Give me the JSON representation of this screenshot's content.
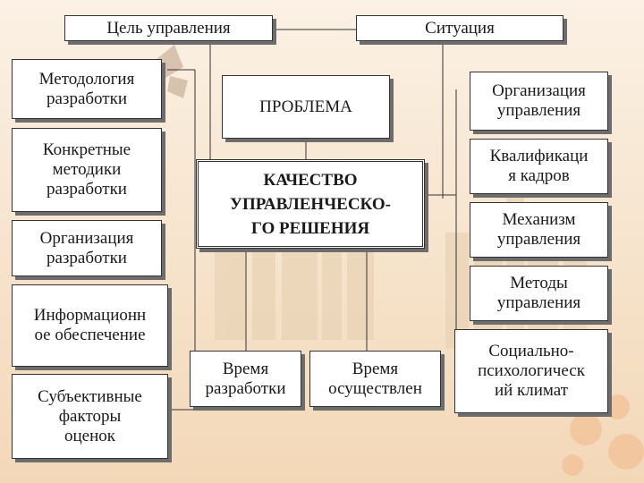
{
  "top": {
    "goal": "Цель управления",
    "situation": "Ситуация"
  },
  "center": {
    "problem": "ПРОБЛЕМА",
    "quality": "КАЧЕСТВО\nУПРАВЛЕНЧЕСКО-\nГО РЕШЕНИЯ"
  },
  "left": [
    "Методология\nразработки",
    "Конкретные\nметодики\nразработки",
    "Организация\nразработки",
    "Информационн\nое обеспечение",
    "Субъективные\nфакторы\nоценок"
  ],
  "right": [
    "Организация\nуправления",
    "Квалификаци\nя кадров",
    "Механизм\nуправления",
    "Методы\nуправления",
    "Социально-\nпсихологическ\nий климат"
  ],
  "bottom": {
    "dev_time": "Время\nразработки",
    "impl_time": "Время\nосуществлен"
  }
}
